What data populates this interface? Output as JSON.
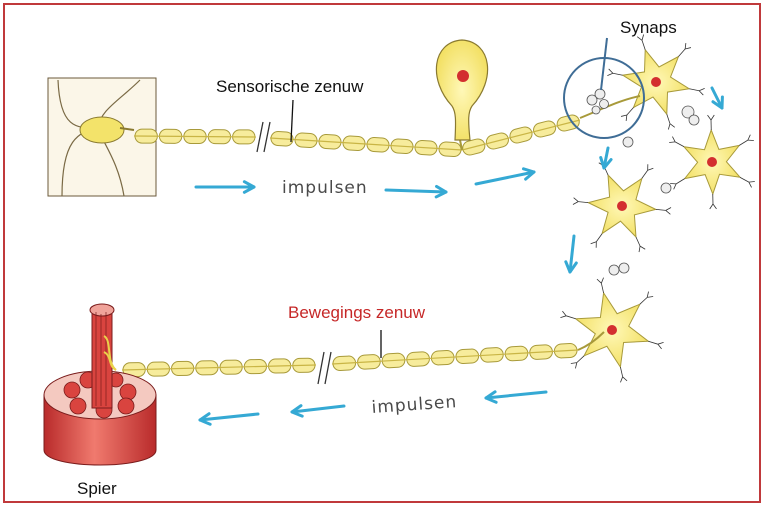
{
  "labels": {
    "sensory_nerve": "Sensorische zenuw",
    "synapse": "Synaps",
    "motor_nerve": "Bewegings zenuw",
    "muscle": "Spier",
    "impulses_top": "impulsen",
    "impulses_bottom": "impulsen"
  },
  "colors": {
    "frame": "#c0393b",
    "nerve_fill": "#f7ec9c",
    "nerve_stroke": "#a89a3a",
    "nucleus": "#d32f2f",
    "arrow": "#35a9d4",
    "muscle": "#d9443f",
    "circle": "#3f6d96",
    "motor_label": "#c62828"
  }
}
